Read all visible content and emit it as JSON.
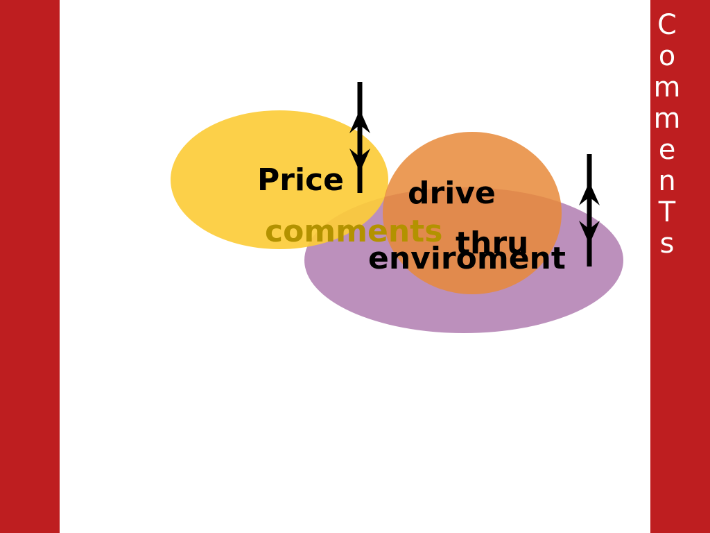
{
  "slide": {
    "background": "#ffffff",
    "bar_color": "#be1e20",
    "title_color": "#ffffff",
    "vertical_title": [
      "C",
      "o",
      "m",
      "m",
      "e",
      "n",
      "T",
      "s"
    ]
  },
  "diagram": {
    "labels": {
      "price": "Price",
      "comments": "comments",
      "drive": "drive",
      "thru": "thru",
      "enviroment": "enviroment"
    },
    "colors": {
      "price_ellipse": "#fccc3a",
      "drive_thru_circle": "#e8893a",
      "enviroment_ellipse": "#b07cb0",
      "comments_text": "#b39200",
      "label_text": "#000000",
      "arrow": "#000000"
    },
    "arrow_icons": [
      "up-down-arrow-icon",
      "up-down-arrow-icon"
    ]
  }
}
